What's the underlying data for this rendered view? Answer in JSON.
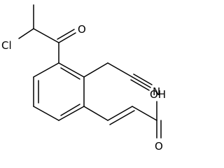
{
  "diagram_type": "chemical-structure",
  "atoms": {
    "chlorine": "Cl",
    "ketone_oxygen": "O",
    "nitrile_nitrogen": "N",
    "acid_hydroxyl": "OH",
    "acid_carbonyl_oxygen": "O"
  }
}
